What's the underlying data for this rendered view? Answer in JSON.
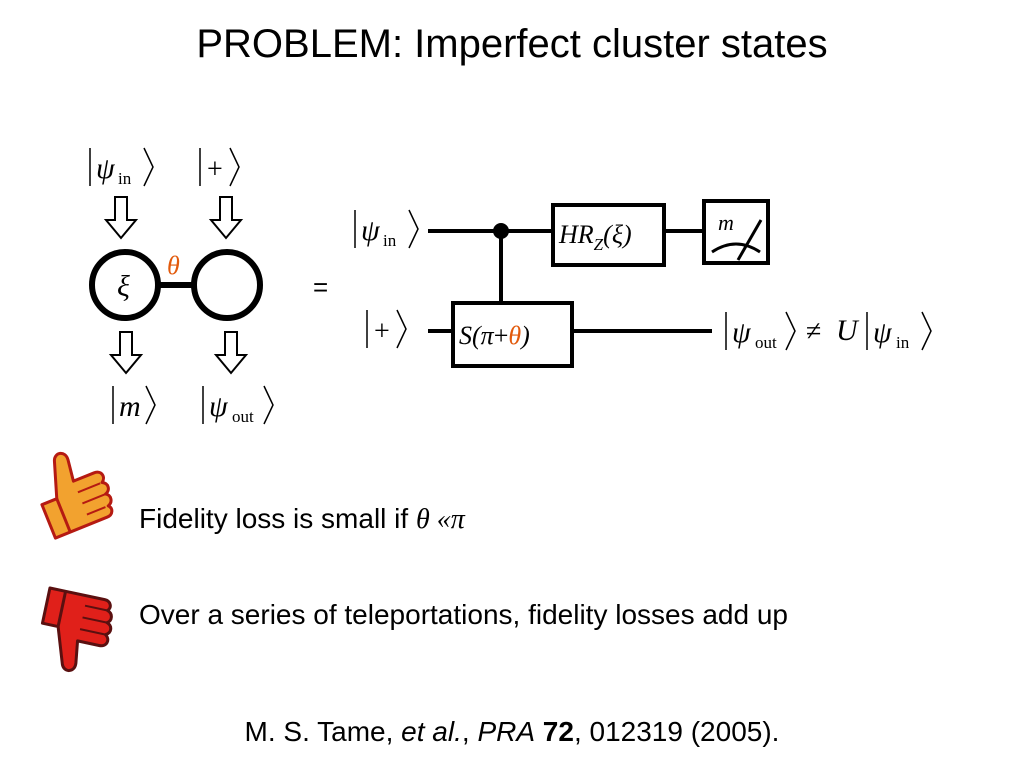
{
  "title": "PROBLEM: Imperfect cluster states",
  "colors": {
    "theta": "#e25a0c",
    "thumb_up": "#f2a22f",
    "thumb_down": "#e0201a",
    "outline": "#5a1010"
  },
  "cluster": {
    "input_label": {
      "psi": "ψ",
      "sub": "in"
    },
    "plus_label": "+",
    "left_node_label": "ξ",
    "bond_label": "θ",
    "output_left": {
      "m": "m"
    },
    "output_right": {
      "psi": "ψ",
      "sub": "out"
    }
  },
  "equals": "=",
  "circuit": {
    "top_input": {
      "psi": "ψ",
      "sub": "in"
    },
    "bottom_input": "+",
    "hr_gate": {
      "h": "H",
      "r": "R",
      "z": "Z",
      "open": "(",
      "xi": "ξ",
      "close": ")"
    },
    "s_gate": {
      "s": "S",
      "open": "(",
      "pi": "π",
      "plus": "+",
      "theta": "θ",
      "close": ")"
    },
    "meter_label": "m",
    "output": {
      "psi": "ψ",
      "sub_out": "out",
      "neq": "≠",
      "u": "U",
      "psi2": "ψ",
      "sub_in": "in"
    }
  },
  "bullets": [
    {
      "icon": "thumbs-up-icon",
      "text": "Fidelity loss is small if ",
      "math": "θ «π"
    },
    {
      "icon": "thumbs-down-icon",
      "text": "Over a series of teleportations, fidelity losses add up"
    }
  ],
  "citation": {
    "authors": "M. S. Tame, ",
    "etal": "et al.",
    "sep": ", ",
    "journal": "PRA",
    "volume": "72",
    "rest": ", 012319 (2005)."
  }
}
